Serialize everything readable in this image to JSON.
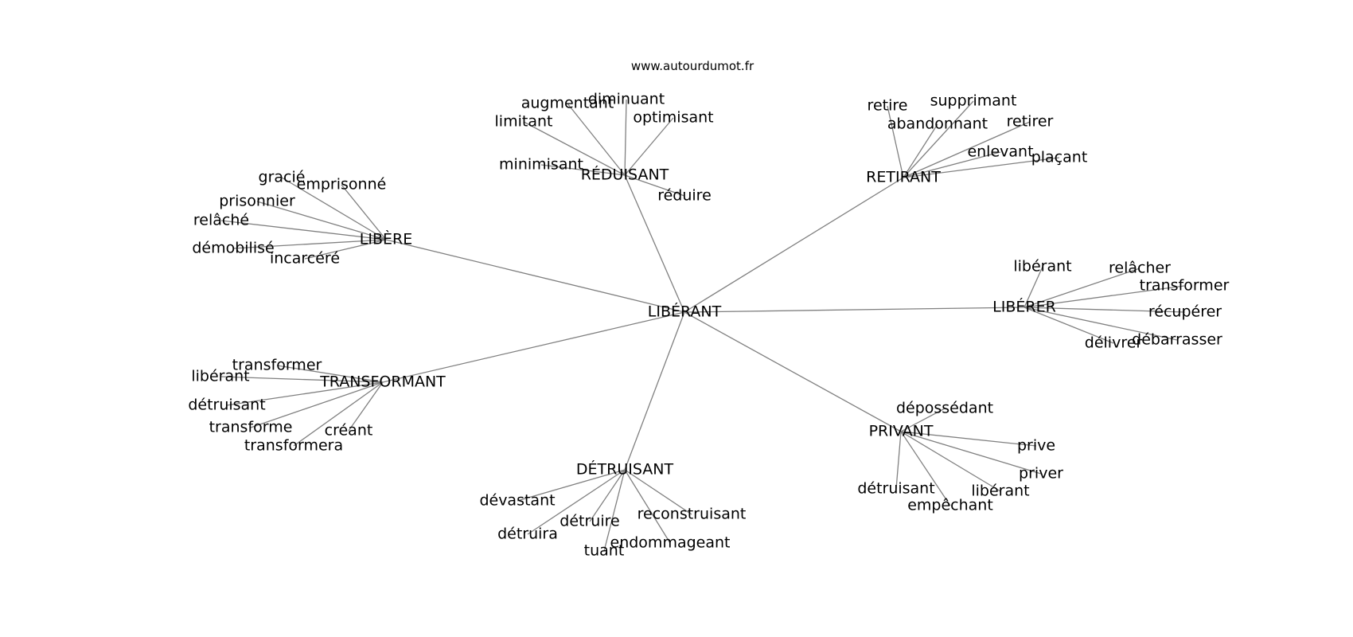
{
  "source": "www.autourdumot.fr",
  "graph": {
    "center": "LIBÉRANT",
    "branches": [
      {
        "label": "RÉDUISANT",
        "leaves": [
          "augmentant",
          "diminuant",
          "limitant",
          "optimisant",
          "minimisant",
          "réduire"
        ]
      },
      {
        "label": "RETIRANT",
        "leaves": [
          "retire",
          "supprimant",
          "abandonnant",
          "retirer",
          "enlevant",
          "plaçant"
        ]
      },
      {
        "label": "LIBÈRE",
        "leaves": [
          "gracié",
          "emprisonné",
          "prisonnier",
          "relâché",
          "démobilisé",
          "incarcéré"
        ]
      },
      {
        "label": "LIBÉRER",
        "leaves": [
          "libérant",
          "relâcher",
          "transformer",
          "récupérer",
          "débarrasser",
          "délivrer"
        ]
      },
      {
        "label": "TRANSFORMANT",
        "leaves": [
          "transformer",
          "libérant",
          "détruisant",
          "transforme",
          "créant",
          "transformera"
        ]
      },
      {
        "label": "PRIVANT",
        "leaves": [
          "dépossédant",
          "prive",
          "priver",
          "libérant",
          "détruisant",
          "empêchant"
        ]
      },
      {
        "label": "DÉTRUISANT",
        "leaves": [
          "dévastant",
          "reconstruisant",
          "détruire",
          "détruira",
          "endommageant",
          "tuant"
        ]
      }
    ]
  }
}
